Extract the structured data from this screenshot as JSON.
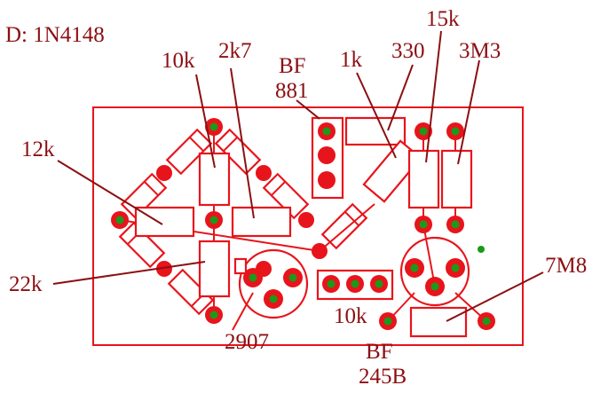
{
  "colors": {
    "trace": "#e8141b",
    "label": "#8c0f12",
    "pad": "#1a9a1a",
    "background": "#ffffff"
  },
  "header": {
    "diode_label": "D:   1N4148"
  },
  "labels": {
    "r_10k_top": "10k",
    "r_2k7": "2k7",
    "bf881_line1": "BF",
    "bf881_line2": "881",
    "r_1k": "1k",
    "r_330": "330",
    "r_15k": "15k",
    "r_3m3": "3M3",
    "r_12k": "12k",
    "r_22k": "22k",
    "r_7m8": "7M8",
    "r_10k_trimmer": "10k",
    "t_2907": "2907",
    "bf245_line1": "BF",
    "bf245_line2": "245B"
  }
}
